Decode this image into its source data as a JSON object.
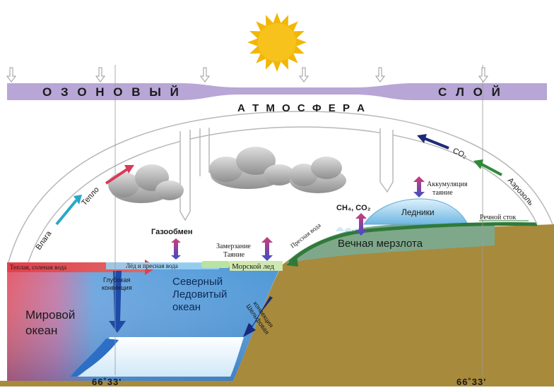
{
  "ozone": {
    "left": "О З О Н О В Ы Й",
    "right": "С Л О Й"
  },
  "atmosphere": "А Т М О С Ф Е Р А",
  "labels": {
    "moisture": "Влага",
    "heat": "Тепло",
    "gas_exchange": "Газообмен",
    "freeze": "Замерзание",
    "thaw": "Таяние",
    "fresh_water_slope": "Пресная вода",
    "ch4_co2": "CH₄, CO₂",
    "glaciers": "Ледники",
    "accumulation": "Аккумуляция",
    "melting": "таяние",
    "co2_flow": "CO₂",
    "aerosol": "Аэрозоль",
    "river_runoff": "Речной сток",
    "permafrost": "Вечная мерзлота",
    "warm_salty_water": "Теплая, соленая вода",
    "ice_fresh_water": "Лёд и пресная вода",
    "sea_ice": "Морской лед",
    "arctic_ocean_1": "Северный",
    "arctic_ocean_2": "Ледовитый",
    "arctic_ocean_3": "океан",
    "deep_convection_1": "Глубокая",
    "deep_convection_2": "конвекция",
    "shelf_convection_1": "Шельфовая",
    "shelf_convection_2": "конвекция",
    "world_ocean_1": "Мировой",
    "world_ocean_2": "океан",
    "lat_left": "66˚33'",
    "lat_right": "66˚33'"
  },
  "colors": {
    "ozone_band": "#b7a6d6",
    "sun": "#f2b705",
    "ocean_blue": "#4a9ad8",
    "warm_red": "#e0424a",
    "land": "#a88a3c",
    "permafrost": "#7fa88a",
    "glacier": "#8fc8e8",
    "river_green": "#2f7a3a"
  },
  "icons": {
    "sun": "sun-icon",
    "cloud": "cloud-icon",
    "down_arrow": "down-arrow-icon",
    "double_arrow": "double-arrow-icon"
  }
}
